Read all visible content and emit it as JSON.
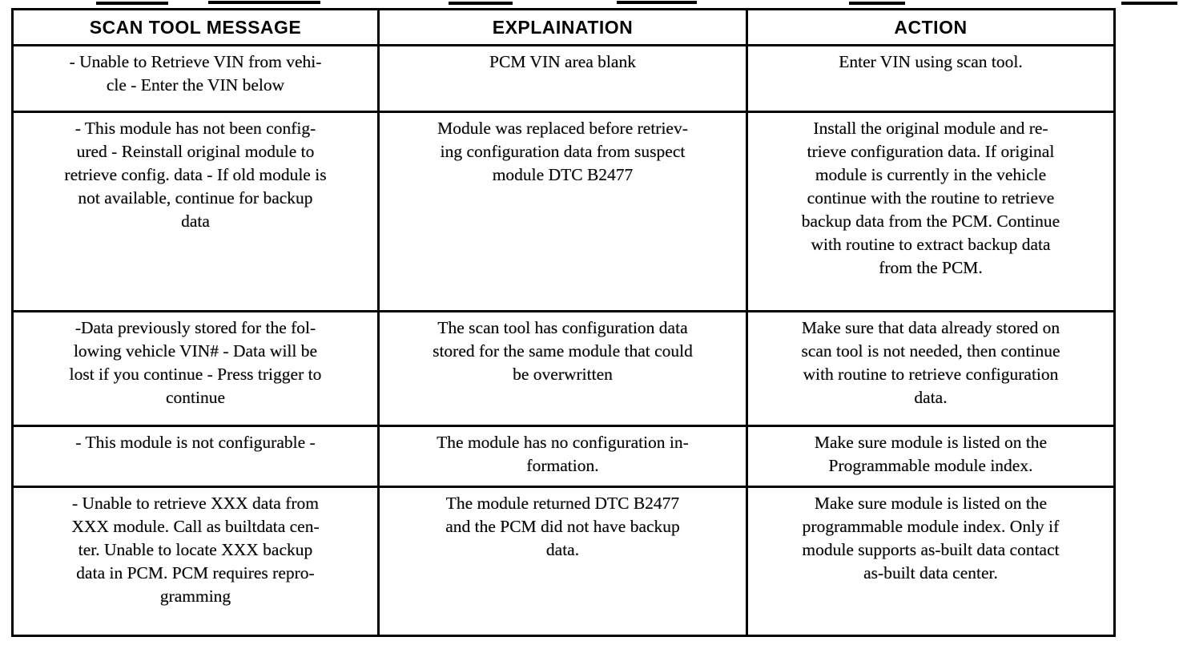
{
  "table": {
    "headers": [
      "SCAN TOOL MESSAGE",
      "EXPLAINATION",
      "ACTION"
    ],
    "rows": [
      {
        "scan_tool_message": "- Unable to Retrieve VIN from vehi-\ncle - Enter the VIN below",
        "explanation": "PCM VIN area blank",
        "action": "Enter VIN using scan tool."
      },
      {
        "scan_tool_message": "- This module has not been config-\nured - Reinstall original module to\nretrieve config. data - If old module is\nnot available, continue for backup\ndata",
        "explanation": "Module was replaced before retriev-\ning configuration data from suspect\nmodule DTC B2477",
        "action": "Install the original module and re-\ntrieve configuration data. If original\nmodule is currently in the vehicle\ncontinue with the routine to retrieve\nbackup data from the PCM. Continue\nwith routine to extract backup data\nfrom the PCM."
      },
      {
        "scan_tool_message": "-Data previously stored for the fol-\nlowing vehicle VIN# - Data will be\nlost if you continue - Press trigger to\ncontinue",
        "explanation": "The scan tool has configuration data\nstored for the same module that could\nbe overwritten",
        "action": "Make sure that data already stored on\nscan tool is not needed, then continue\nwith routine to retrieve configuration\ndata."
      },
      {
        "scan_tool_message": "- This module is not configurable -",
        "explanation": "The module has no configuration in-\nformation.",
        "action": "Make sure module is listed on the\nProgrammable module index."
      },
      {
        "scan_tool_message": "- Unable to retrieve XXX data from\nXXX module. Call as builtdata cen-\nter. Unable to locate XXX backup\ndata in PCM. PCM requires repro-\ngramming",
        "explanation": "The module returned DTC B2477\nand the PCM did not have backup\ndata.",
        "action": "Make sure module is listed on the\nprogrammable module index. Only if\nmodule supports as-built data contact\nas-built data center."
      }
    ]
  },
  "colors": {
    "ink": "#0c0c0c",
    "paper": "#ffffff",
    "border": "#000000"
  }
}
